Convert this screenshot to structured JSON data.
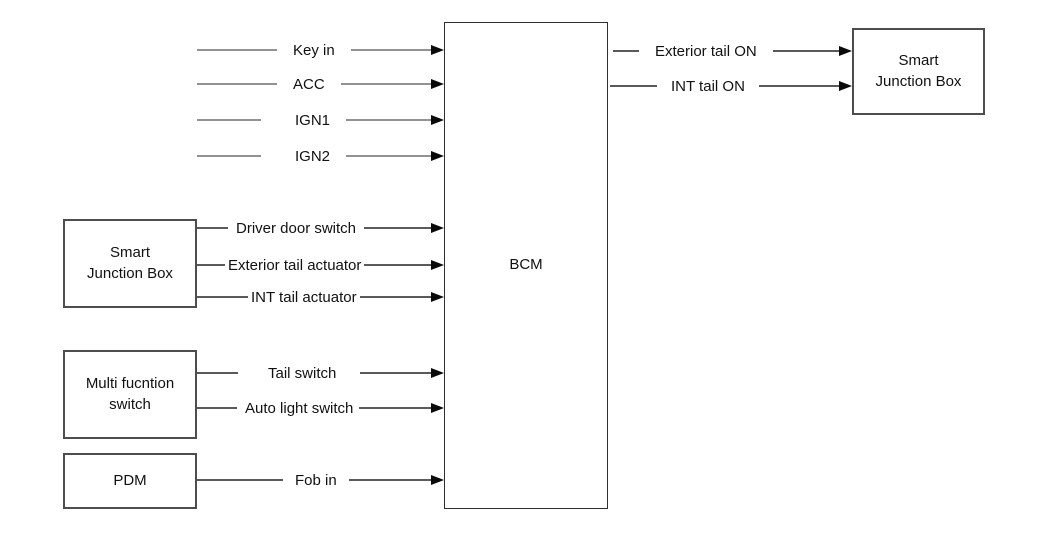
{
  "diagram": {
    "bcm": {
      "label": "BCM"
    },
    "boxes": {
      "smart_junction_box_left": {
        "label": "Smart\nJunction Box"
      },
      "multi_function_switch": {
        "label": "Multi fucntion\nswitch"
      },
      "pdm": {
        "label": "PDM"
      },
      "smart_junction_box_right": {
        "label": "Smart\nJunction Box"
      }
    },
    "inputs": [
      {
        "label": "Key in",
        "target": "BCM"
      },
      {
        "label": "ACC",
        "target": "BCM"
      },
      {
        "label": "IGN1",
        "target": "BCM"
      },
      {
        "label": "IGN2",
        "target": "BCM"
      },
      {
        "label": "Driver door switch",
        "source": "Smart Junction Box",
        "target": "BCM"
      },
      {
        "label": "Exterior tail actuator",
        "source": "Smart Junction Box",
        "target": "BCM"
      },
      {
        "label": "INT tail actuator",
        "source": "Smart Junction Box",
        "target": "BCM"
      },
      {
        "label": "Tail switch",
        "source": "Multi fucntion switch",
        "target": "BCM"
      },
      {
        "label": "Auto light switch",
        "source": "Multi fucntion switch",
        "target": "BCM"
      },
      {
        "label": "Fob in",
        "source": "PDM",
        "target": "BCM"
      }
    ],
    "outputs": [
      {
        "label": "Exterior tail ON",
        "source": "BCM",
        "target": "Smart Junction Box"
      },
      {
        "label": "INT tail ON",
        "source": "BCM",
        "target": "Smart Junction Box"
      }
    ],
    "colors": {
      "background": "#ffffff",
      "box_border": "#4d4d4d",
      "wire": "#5a5a5a",
      "wire_light": "#929292",
      "arrowhead": "#0a0a0a",
      "text": "#111111"
    }
  }
}
